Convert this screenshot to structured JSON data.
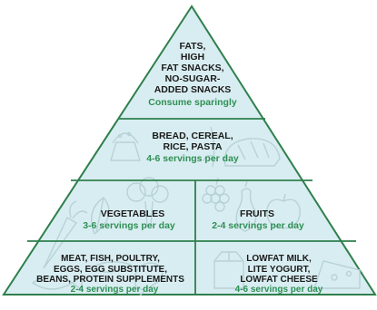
{
  "pyramid": {
    "colors": {
      "fill": "#d8edf1",
      "stroke": "#2f7f4c",
      "label": "#1a1a1a",
      "serving": "#2f8f54",
      "art": "#b7d2d6"
    },
    "tiers": {
      "top": {
        "lines": [
          "FATS,",
          "HIGH",
          "FAT SNACKS,",
          "NO-SUGAR-",
          "ADDED SNACKS"
        ],
        "serving": "Consume sparingly"
      },
      "grains": {
        "lines": [
          "BREAD, CEREAL,",
          "RICE, PASTA"
        ],
        "serving": "4-6 servings per day",
        "art_icons": [
          "muffin-icon",
          "bread-loaf-icon",
          "grain-stalk-icon"
        ]
      },
      "vegetables": {
        "lines": [
          "VEGETABLES"
        ],
        "serving": "3-6 servings per day",
        "art_icons": [
          "carrot-icon",
          "broccoli-icon",
          "leafy-greens-icon"
        ]
      },
      "fruits": {
        "lines": [
          "FRUITS"
        ],
        "serving": "2-4 servings per day",
        "art_icons": [
          "grapes-icon",
          "pear-icon",
          "apple-icon"
        ]
      },
      "protein": {
        "lines": [
          "MEAT, FISH, POULTRY,",
          "EGGS, EGG SUBSTITUTE,",
          "BEANS, PROTEIN SUPPLEMENTS"
        ],
        "serving": "2-4 servings per day",
        "art_icons": [
          "fish-icon",
          "chicken-leg-icon",
          "bean-pod-icon"
        ]
      },
      "dairy": {
        "lines": [
          "LOWFAT MILK,",
          "LITE YOGURT,",
          "LOWFAT CHEESE"
        ],
        "serving": "4-6 servings per day",
        "art_icons": [
          "milk-carton-icon",
          "cheese-wedge-icon"
        ]
      }
    }
  }
}
